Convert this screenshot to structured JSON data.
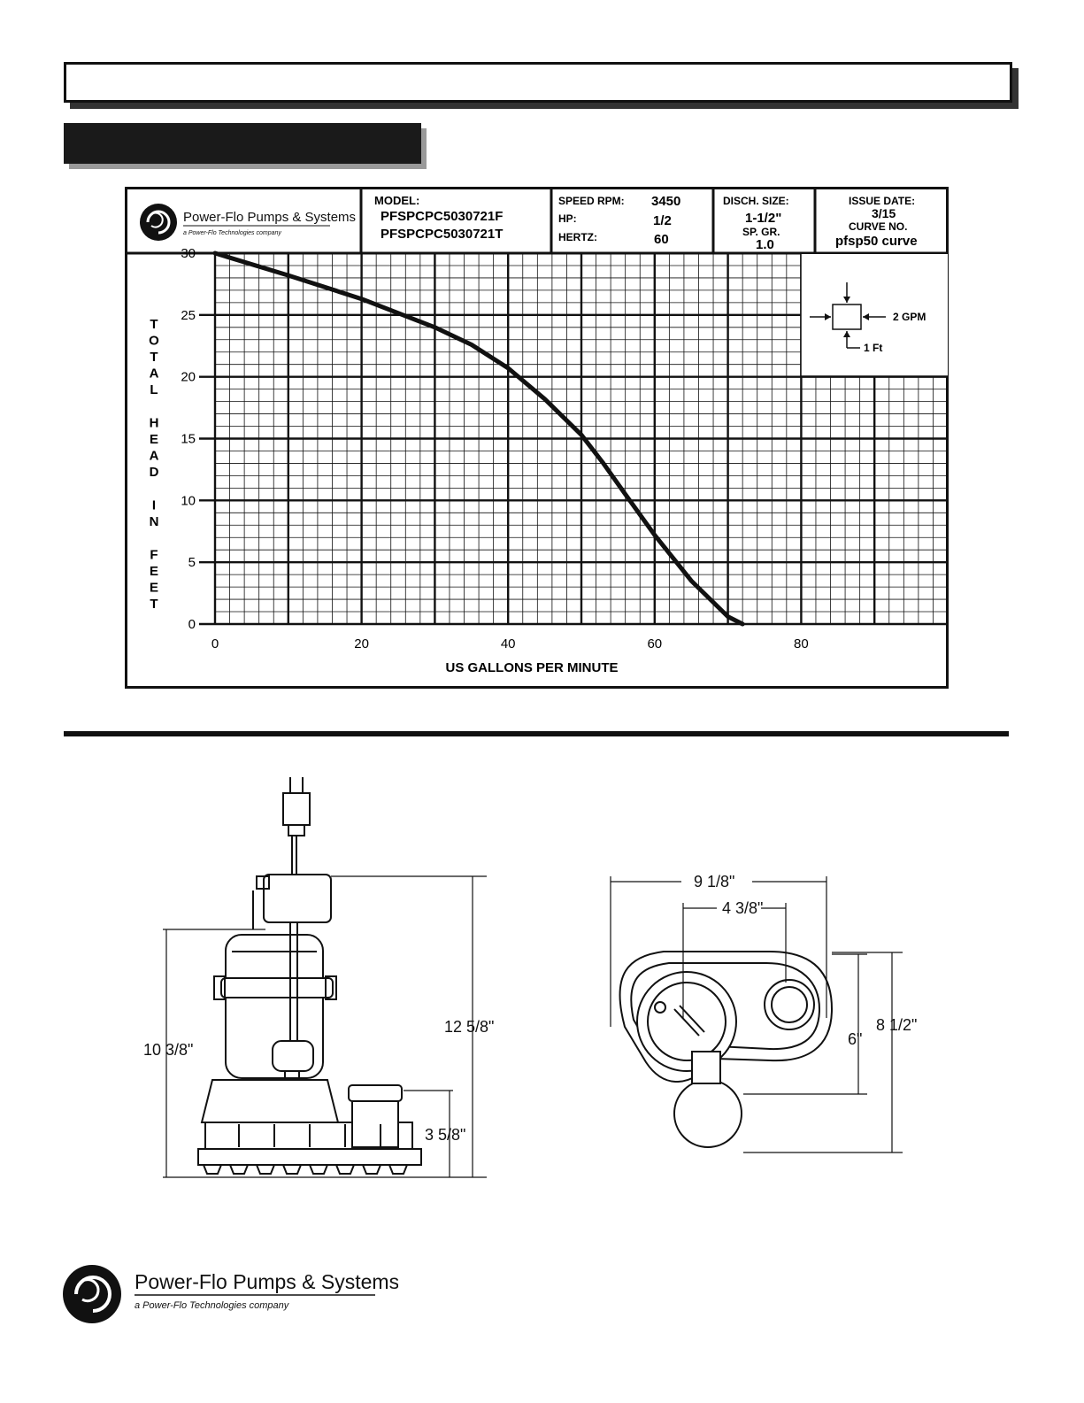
{
  "header": {
    "company": "Power-Flo Pumps & Systems",
    "tagline": "a Power-Flo Technologies company"
  },
  "info": {
    "model_label": "MODEL:",
    "models": [
      "PFSPCPC5030721F",
      "PFSPCPC5030721T"
    ],
    "speed_label": "SPEED RPM:",
    "speed_value": "3450",
    "hp_label": "HP:",
    "hp_value": "1/2",
    "hertz_label": "HERTZ:",
    "hertz_value": "60",
    "disch_label": "DISCH. SIZE:",
    "disch_value": "1-1/2\"",
    "spgr_label": "SP. GR.",
    "spgr_value": "1.0",
    "issue_label": "ISSUE DATE:",
    "issue_value": "3/15",
    "curve_label": "CURVE NO.",
    "curve_value": "pfsp50 curve"
  },
  "scale_key": {
    "gpm_label": "2 GPM",
    "ft_label": "1 Ft"
  },
  "chart_data": {
    "type": "line",
    "xlabel": "US GALLONS PER MINUTE",
    "ylabel": "TOTAL HEAD IN FEET",
    "xlim": [
      0,
      100
    ],
    "ylim": [
      0,
      30
    ],
    "x_ticks": [
      0,
      20,
      40,
      60,
      80
    ],
    "y_ticks": [
      0,
      5,
      10,
      15,
      20,
      25,
      30
    ],
    "grid": true,
    "series": [
      {
        "x": [
          0,
          10,
          20,
          30,
          35,
          40,
          45,
          50,
          53,
          56,
          60,
          65,
          70,
          72
        ],
        "y": [
          30,
          28.2,
          26.3,
          24,
          22.6,
          20.7,
          18.2,
          15.3,
          13,
          10.5,
          7.2,
          3.5,
          0.6,
          0
        ]
      }
    ]
  },
  "dimensions": {
    "height_total": "12 5/8\"",
    "height_body": "10 3/8\"",
    "height_discharge": "3 5/8\"",
    "width_total": "9 1/8\"",
    "width_offset": "4 3/8\"",
    "depth_6": "6\"",
    "depth_total": "8 1/2\""
  },
  "footer": {
    "company": "Power-Flo Pumps & Systems",
    "tagline": "a Power-Flo Technologies company"
  }
}
